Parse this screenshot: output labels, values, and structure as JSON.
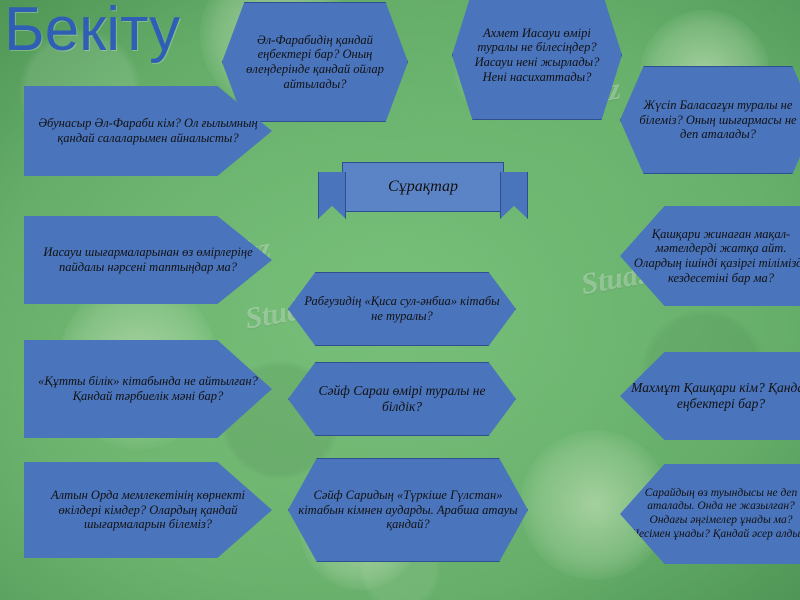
{
  "slide": {
    "title": "Бекіту",
    "center_label": "Сұрақтар",
    "background_color": "#63ab67",
    "shape_color": "#4a74bc",
    "title_color": "#2f5fb4"
  },
  "watermarks": [
    "Stud.kz",
    "Stud.kz",
    "Stud.kz – Stud.kz",
    "Stud.kz – Stud.kz",
    "Stud.kz",
    "Stud.kz"
  ],
  "shapes": [
    {
      "id": "q-farabi-works",
      "type": "hexagon",
      "text": "Әл-Фарабидің қандай еңбектері бар? Оның өлеңдерінде қандай ойлар айтылады?"
    },
    {
      "id": "q-ahmet-iasaui",
      "type": "hexagon",
      "text": "Ахмет Иасауи өмірі туралы не білесіңдер? Иасауи нені жырлады? Нені насихаттады?"
    },
    {
      "id": "q-zhusip-balasagun",
      "type": "hexagon",
      "text": "Жүсіп Баласағұн туралы не білеміз? Оның шығармасы не деп аталады?"
    },
    {
      "id": "q-abunasyr-who",
      "type": "arrow-right",
      "text": "Әбунасыр Әл-Фараби  кім? Ол ғылымның қандай салаларымен айналысты?"
    },
    {
      "id": "q-kashkari-proverbs",
      "type": "arrow-left",
      "text": "Қашқари  жинаған мақал-мәтелдерді жатқа айт. Олардың ішінді қазіргі тілімізде кездесетіні бар ма?"
    },
    {
      "id": "q-iasaui-useful",
      "type": "arrow-right",
      "text": "Иасауи шығармаларынан өз өмірлеріңе пайдалы нәрсені таптыңдар ма?"
    },
    {
      "id": "q-rabguzi-book",
      "type": "hexagon",
      "text": "Рабғузидің «Қиса сул-әнбиа» кітабы не туралы?"
    },
    {
      "id": "q-kutty-bilik",
      "type": "arrow-right",
      "text": "«Құтты білік» кітабында не айтылған? Қандай тәрбиелік мәні бар?"
    },
    {
      "id": "q-saif-sarai-life",
      "type": "hexagon",
      "text": "Сәйф Сараи өмірі туралы не білдік?"
    },
    {
      "id": "q-mahmut-kashkari",
      "type": "arrow-left",
      "text": "Махмұт Қашқари кім? Қандай еңбектері бар?"
    },
    {
      "id": "q-altyn-orda",
      "type": "arrow-right",
      "text": "Алтын Орда мемлекетінің көрнекті өкілдері кімдер? Олардың қандай шығармаларын білеміз?"
    },
    {
      "id": "q-turkishe-gulstan",
      "type": "hexagon",
      "text": "Сәйф Саридың «Түркіше Гүлстан» кітабын кімнен аударды. Арабша атауы қандай?"
    },
    {
      "id": "q-sarai-work",
      "type": "arrow-left",
      "text": "Сарайдың өз туындысы не деп аталады. Онда не жазылған? Ондағы әңгімелер ұнады ма? Несімен ұнады? Қандай әсер алдық?"
    }
  ]
}
